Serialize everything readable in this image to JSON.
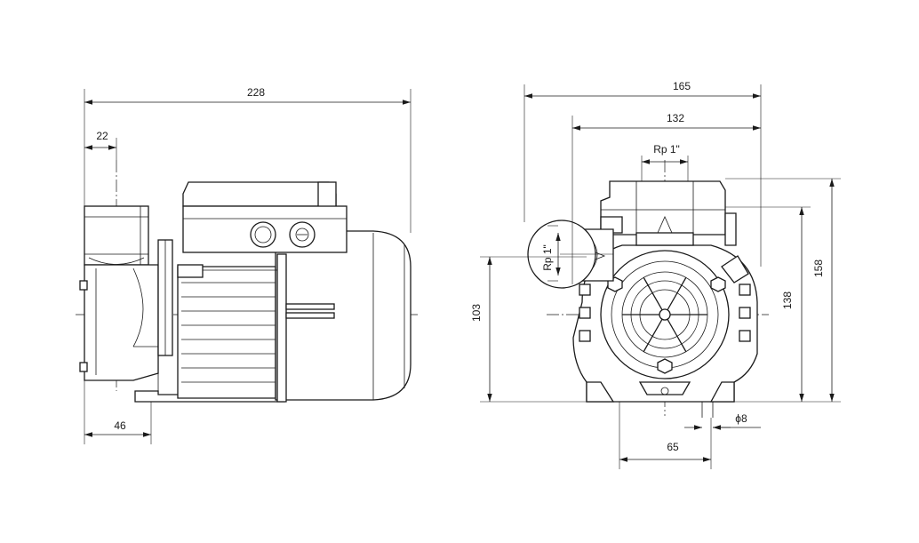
{
  "side_view": {
    "dimensions": {
      "overall_length": "228",
      "inlet_offset": "22",
      "foot_offset": "46"
    }
  },
  "front_view": {
    "dimensions": {
      "overall_width": "165",
      "foot_width": "132",
      "outlet_thread": "Rp 1\"",
      "inlet_thread": "Rp 1\"",
      "inlet_height": "103",
      "outlet_height": "138",
      "overall_height": "158",
      "foot_hole_spacing": "65",
      "foot_hole_diameter": "ϕ8"
    }
  }
}
